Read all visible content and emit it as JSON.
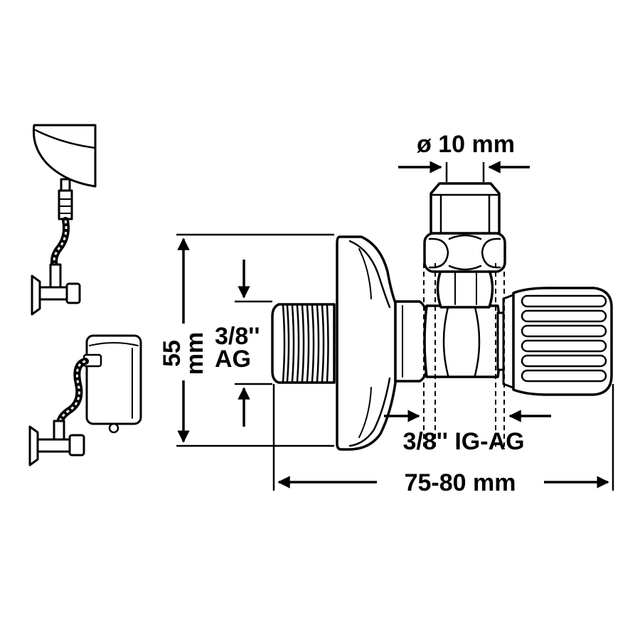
{
  "labels": {
    "diameter": "ø 10 mm",
    "height_value": "55",
    "height_unit": "mm",
    "inlet_thread_1": "3/8''",
    "inlet_thread_2": "AG",
    "outlet_thread": "3/8'' IG-AG",
    "length": "75-80 mm"
  },
  "figures": {
    "main": "angle-valve-icon",
    "top_left": "washbasin-connection-icon",
    "bottom_left": "water-heater-connection-icon"
  },
  "colors": {
    "ink": "#000000",
    "paper": "#ffffff"
  }
}
